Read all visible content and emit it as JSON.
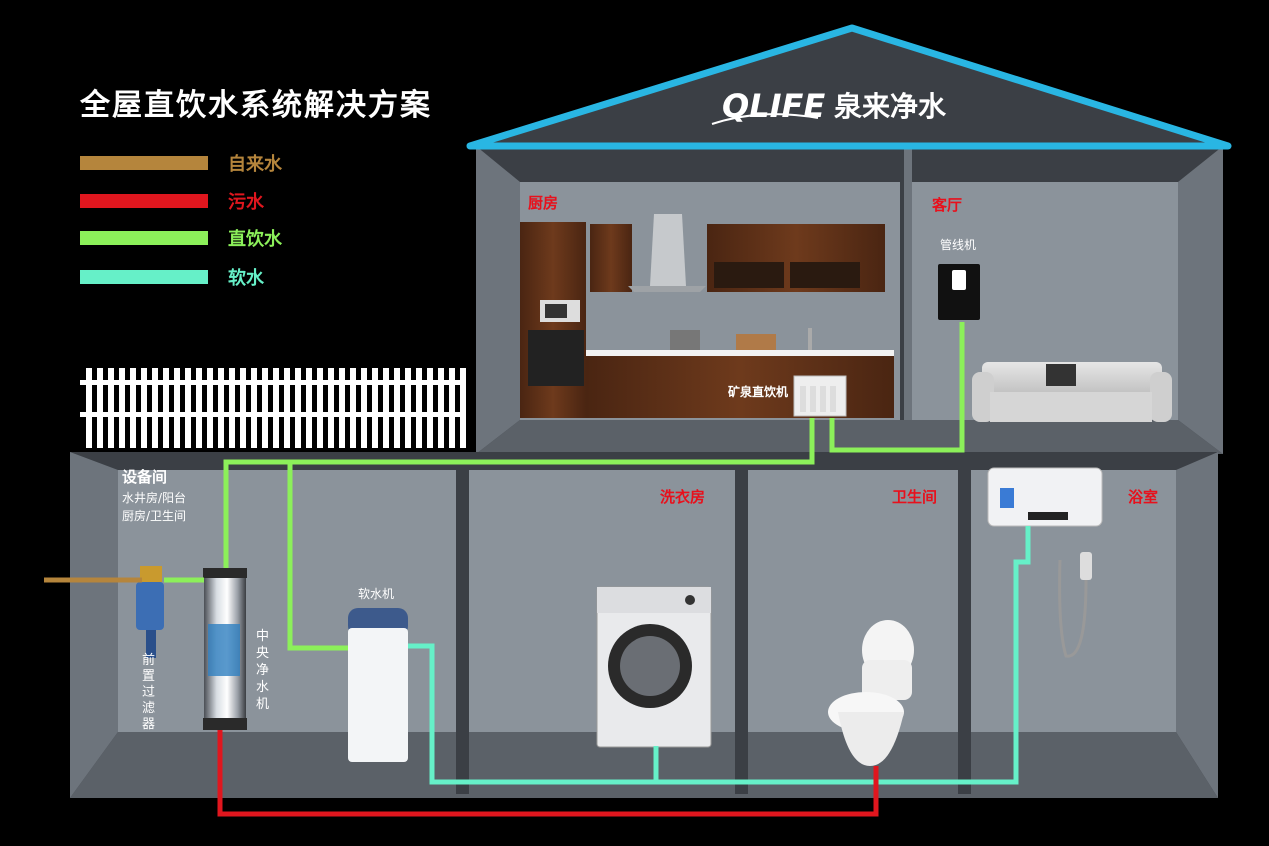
{
  "title": "全屋直饮水系统解决方案",
  "brand": {
    "logo": "QLIFE",
    "name": "泉来净水"
  },
  "legend": [
    {
      "label": "自来水",
      "color": "#b5853c"
    },
    {
      "label": "污水",
      "color": "#e0161e"
    },
    {
      "label": "直饮水",
      "color": "#8cf05a"
    },
    {
      "label": "软水",
      "color": "#66f0c8"
    }
  ],
  "rooms": {
    "kitchen": "厨房",
    "living": "客厅",
    "equipment": "设备间",
    "equipment_sub1": "水井房/阳台",
    "equipment_sub2": "厨房/卫生间",
    "laundry": "洗衣房",
    "toilet": "卫生间",
    "bath": "浴室"
  },
  "devices": {
    "pipeline_machine": "管线机",
    "mineral_purifier": "矿泉直饮机",
    "softener": "软水机",
    "central_purifier": "中央净水机",
    "pre_filter": "前置过滤器"
  },
  "colors": {
    "roof": "#29b6e3",
    "wall": "#868e97",
    "room_bg": "#8b939b",
    "floor_dark": "#3c4046"
  }
}
